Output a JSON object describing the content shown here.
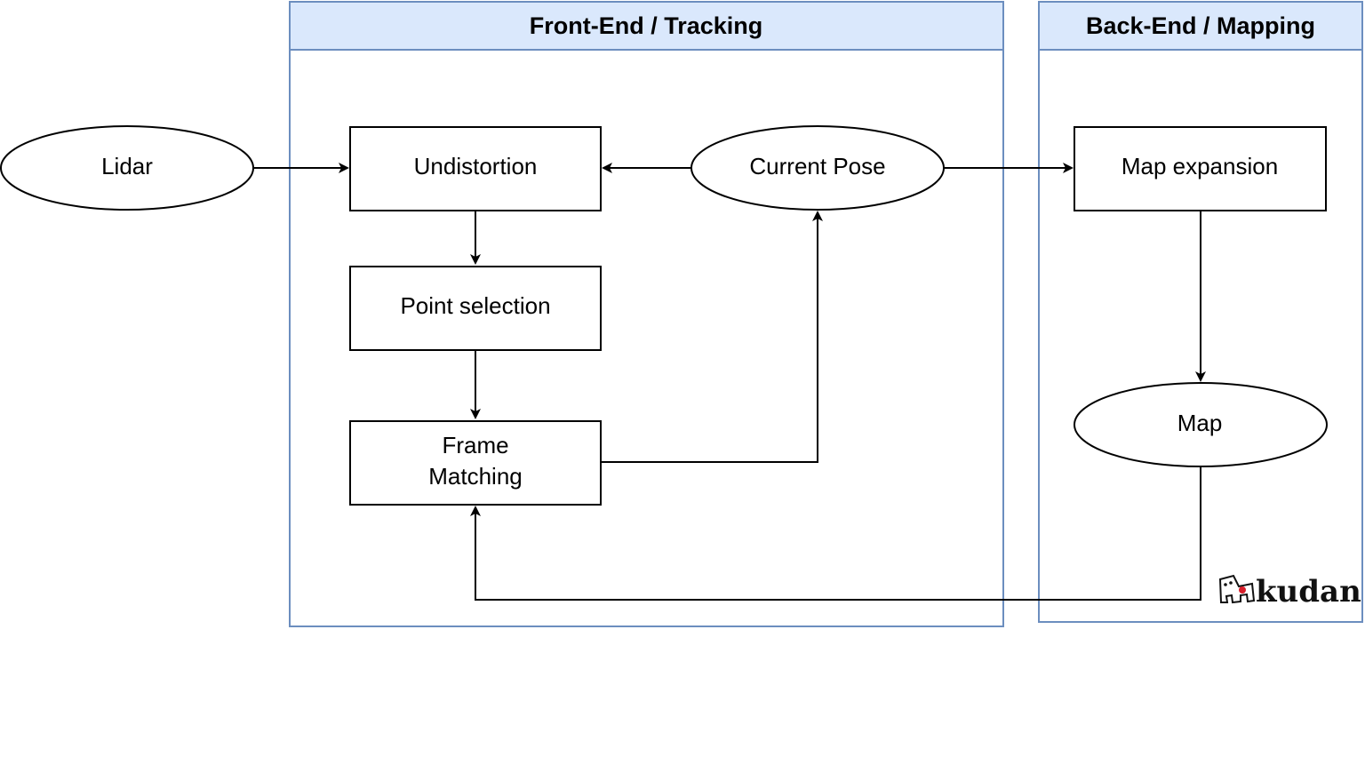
{
  "lanes": {
    "front_end": {
      "title": "Front-End / Tracking"
    },
    "back_end": {
      "title": "Back-End / Mapping"
    }
  },
  "nodes": {
    "lidar": {
      "label": "Lidar",
      "shape": "ellipse"
    },
    "undistortion": {
      "label": "Undistortion",
      "shape": "rectangle"
    },
    "current_pose": {
      "label": "Current Pose",
      "shape": "ellipse"
    },
    "point_selection": {
      "label": "Point selection",
      "shape": "rectangle"
    },
    "frame_matching": {
      "line1": "Frame",
      "line2": "Matching",
      "shape": "rectangle"
    },
    "map_expansion": {
      "label": "Map expansion",
      "shape": "rectangle"
    },
    "map": {
      "label": "Map",
      "shape": "ellipse"
    }
  },
  "edges": [
    {
      "from": "Lidar",
      "to": "Undistortion"
    },
    {
      "from": "Current Pose",
      "to": "Undistortion"
    },
    {
      "from": "Current Pose",
      "to": "Map expansion"
    },
    {
      "from": "Undistortion",
      "to": "Point selection"
    },
    {
      "from": "Point selection",
      "to": "Frame Matching"
    },
    {
      "from": "Frame Matching",
      "to": "Current Pose"
    },
    {
      "from": "Map expansion",
      "to": "Map"
    },
    {
      "from": "Map",
      "to": "Frame Matching"
    }
  ],
  "logo": {
    "text": "kudan"
  },
  "colors": {
    "lane_border": "#6c8ebf",
    "lane_header_fill": "#dae8fc",
    "stroke": "#000000"
  }
}
